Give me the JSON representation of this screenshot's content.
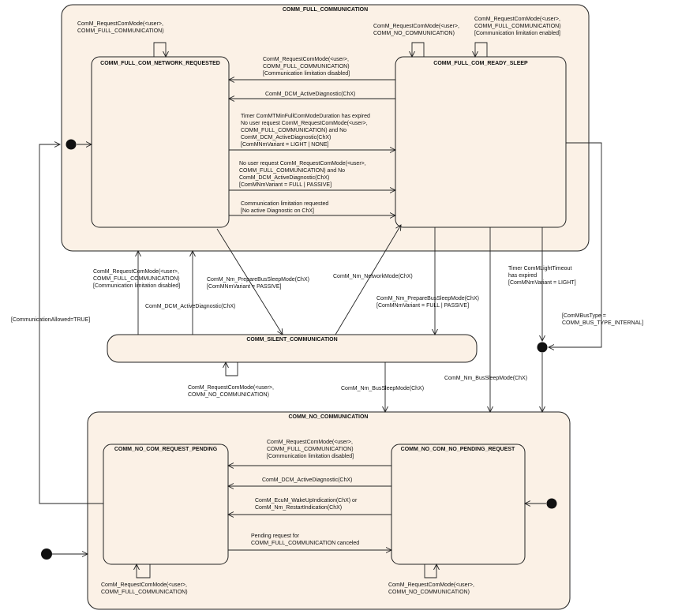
{
  "states": {
    "full_communication": "COMM_FULL_COMMUNICATION",
    "network_requested": "COMM_FULL_COM_NETWORK_REQUESTED",
    "ready_sleep": "COMM_FULL_COM_READY_SLEEP",
    "silent_communication": "COMM_SILENT_COMMUNICATION",
    "no_communication": "COMM_NO_COMMUNICATION",
    "request_pending": "COMM_NO_COM_REQUEST_PENDING",
    "no_pending_request": "COMM_NO_COM_NO_PENDING_REQUEST"
  },
  "transitions": {
    "nr_self": [
      "ComM_RequestComMode(<user>,",
      "COMM_FULL_COMMUNICATION)"
    ],
    "rs_self_no": [
      "ComM_RequestComMode(<user>,",
      "COMM_NO_COMMUNICATION)"
    ],
    "rs_self_full": [
      "ComM_RequestComMode(<user>,",
      "COMM_FULL_COMMUNICATION)",
      "[Communication limitation enabled]"
    ],
    "rs_to_nr_request": [
      "ComM_RequestComMode(<user>,",
      "COMM_FULL_COMMUNICATION)",
      "[Communication limitation disabled]"
    ],
    "rs_to_nr_dcm": [
      "ComM_DCM_ActiveDiagnostic(ChX)"
    ],
    "nr_to_rs_timer": [
      "Timer ComMTMinFullComModeDuration has expired",
      "No user request ComM_RequestComMode(<user>,",
      "COMM_FULL_COMMUNICATION) and No",
      "ComM_DCM_ActiveDiagnostic(ChX)",
      "[ComMNmVariant = LIGHT | NONE]"
    ],
    "nr_to_rs_nouser": [
      "No user request ComM_RequestComMode(<user>,",
      "COMM_FULL_COMMUNICATION) and No",
      "ComM_DCM_ActiveDiagnostic(ChX)",
      "[ComMNmVariant = FULL | PASSIVE]"
    ],
    "nr_to_rs_limit": [
      "Communication limitation requested",
      "[No active Diagnostic on ChX]"
    ],
    "sc_to_nr_request": [
      "ComM_RequestComMode(<user>,",
      "COMM_FULL_COMMUNICATION)",
      "[Communication limitation disabled]"
    ],
    "sc_to_nr_dcm": [
      "ComM_DCM_ActiveDiagnostic(ChX)"
    ],
    "nr_to_sc": [
      "ComM_Nm_PrepareBusSleepMode(ChX)",
      "[ComMNmVariant = PASSIVE]"
    ],
    "sc_to_rs": [
      "ComM_Nm_NetworkMode(ChX)"
    ],
    "rs_to_sc": [
      "ComM_Nm_PrepareBusSleepMode(ChX)",
      "[ComMNmVariant = FULL | PASSIVE]"
    ],
    "rs_to_nc_timer": [
      "Timer ComMLightTimeout",
      "has expired",
      "[ComMNmVariant = LIGHT]"
    ],
    "bus_type": [
      "[ComMBusType =",
      "COMM_BUS_TYPE_INTERNAL]"
    ],
    "allowed": [
      "[CommunicationAllowed=TRUE]"
    ],
    "sc_self": [
      "ComM_RequestComMode(<user>,",
      "COMM_NO_COMMUNICATION)"
    ],
    "sc_to_nc": [
      "ComM_Nm_BusSleepMode(ChX)"
    ],
    "rs_to_nc": [
      "ComM_Nm_BusSleepMode(ChX)"
    ],
    "nnp_to_rp_request": [
      "ComM_RequestComMode(<user>,",
      "COMM_FULL_COMMUNICATION)",
      "[Communication limitation disabled]"
    ],
    "nnp_to_rp_dcm": [
      "ComM_DCM_ActiveDiagnostic(ChX)"
    ],
    "nnp_to_rp_wakeup": [
      "ComM_EcuM_WakeUpIndication(ChX) or",
      "ComM_Nm_RestartIndication(ChX)"
    ],
    "rp_to_nnp": [
      "Pending request for",
      "COMM_FULL_COMMUNICATION canceled"
    ],
    "rp_self": [
      "ComM_RequestComMode(<user>,",
      "COMM_FULL_COMMUNICATION)"
    ],
    "nnp_self": [
      "ComM_RequestComMode(<user>,",
      "COMM_NO_COMMUNICATION)"
    ]
  }
}
